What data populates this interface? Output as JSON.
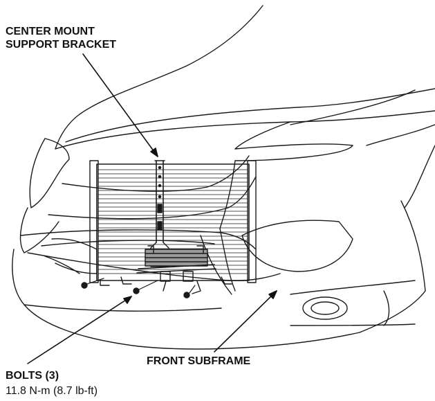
{
  "callouts": {
    "bracket_line1": "CENTER MOUNT",
    "bracket_line2": "SUPPORT BRACKET",
    "subframe": "FRONT SUBFRAME",
    "bolts": "BOLTS (3)",
    "torque": "11.8 N-m (8.7 lb-ft)"
  },
  "colors": {
    "line": "#1a1a1a",
    "fill_gray": "#9a9a9a",
    "background": "#ffffff"
  }
}
